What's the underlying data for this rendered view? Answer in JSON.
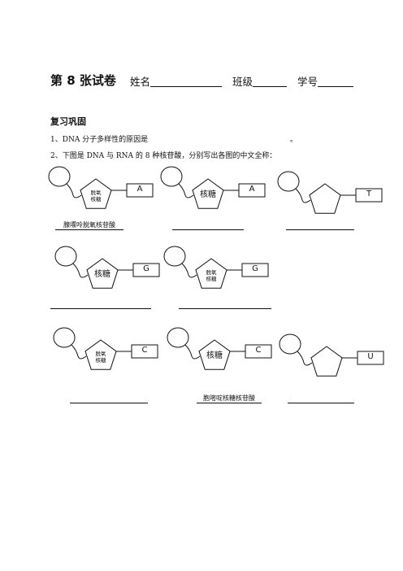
{
  "header": {
    "title": "第 8 张试卷",
    "name_label": "姓名",
    "class_label": "班级",
    "id_label": "学号"
  },
  "section": {
    "title": "复习巩固"
  },
  "questions": {
    "q1": "1、DNA 分子多样性的原因是",
    "q1_end": "。",
    "q2": "2、下图是 DNA 与 RNA 的 8 种核苷酸，分别写出各图的中文全称："
  },
  "nucleotides": [
    {
      "sugar": "脱氧\n核糖",
      "base": "A",
      "answer": "腺嘌呤脱氧核苷酸"
    },
    {
      "sugar": "核糖",
      "base": "A",
      "answer": ""
    },
    {
      "sugar": "",
      "base": "T",
      "answer": ""
    },
    {
      "sugar": "核糖",
      "base": "G",
      "answer": ""
    },
    {
      "sugar": "脱氧\n核糖",
      "base": "G",
      "answer": ""
    },
    {
      "sugar": "脱氧\n核糖",
      "base": "C",
      "answer": ""
    },
    {
      "sugar": "核糖",
      "base": "C",
      "answer": "胞嘧啶核糖核苷酸"
    },
    {
      "sugar": "",
      "base": "U",
      "answer": ""
    }
  ]
}
